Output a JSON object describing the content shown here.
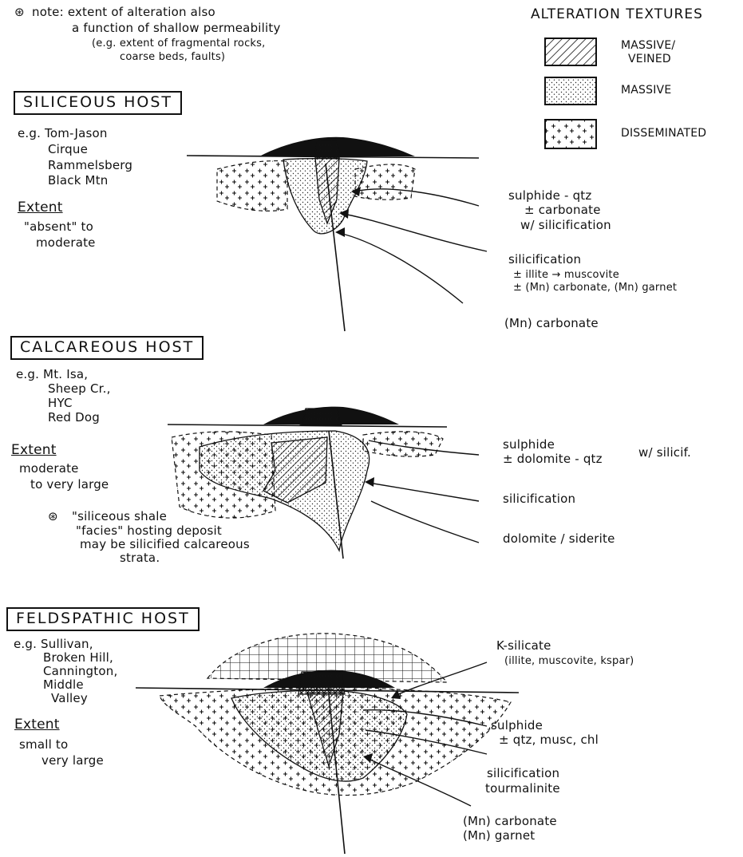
{
  "note": {
    "bullet": "⊛",
    "lines": [
      "note: extent of alteration also",
      "a function of shallow permeability",
      "(e.g. extent of fragmental rocks,",
      "coarse beds, faults)"
    ]
  },
  "legend": {
    "title": "ALTERATION TEXTURES",
    "items": [
      {
        "label_lines": [
          "MASSIVE/",
          "VEINED"
        ],
        "pattern": "hatch"
      },
      {
        "label_lines": [
          "MASSIVE"
        ],
        "pattern": "stipple"
      },
      {
        "label_lines": [
          "DISSEMINATED"
        ],
        "pattern": "cross"
      }
    ]
  },
  "panels": [
    {
      "title": "SILICEOUS HOST",
      "examples": [
        "e.g. Tom-Jason",
        "Cirque",
        "Rammelsberg",
        "Black Mtn"
      ],
      "extent_label": "Extent",
      "extent_lines": [
        "\"absent\" to",
        "moderate"
      ],
      "labels": [
        {
          "lines": [
            "sulphide - qtz",
            "± carbonate",
            "w/ silicification"
          ]
        },
        {
          "lines": [
            "silicification",
            "± illite → muscovite",
            "± (Mn) carbonate, (Mn) garnet"
          ]
        },
        {
          "lines": [
            "(Mn) carbonate"
          ]
        }
      ]
    },
    {
      "title": "CALCAREOUS HOST",
      "examples": [
        "e.g. Mt. Isa,",
        "Sheep Cr.,",
        "HYC",
        "Red Dog"
      ],
      "extent_label": "Extent",
      "extent_lines": [
        "moderate",
        "to very large"
      ],
      "labels": [
        {
          "lines": [
            "sulphide",
            "± dolomite - qtz"
          ],
          "extra": "w/ silicif."
        },
        {
          "lines": [
            "silicification"
          ]
        },
        {
          "lines": [
            "dolomite / siderite"
          ]
        }
      ],
      "footnote": [
        "\"siliceous shale",
        "\"facies\" hosting deposit",
        "may be silicified calcareous",
        "strata."
      ]
    },
    {
      "title": "FELDSPATHIC HOST",
      "examples": [
        "e.g. Sullivan,",
        "Broken Hill,",
        "Cannington,",
        "Middle",
        "Valley"
      ],
      "extent_label": "Extent",
      "extent_lines": [
        "small to",
        "very large"
      ],
      "labels": [
        {
          "lines": [
            "K-silicate",
            "(illite, muscovite, kspar)"
          ]
        },
        {
          "lines": [
            "sulphide",
            "± qtz, musc, chl"
          ]
        },
        {
          "lines": [
            "silicification",
            "tourmalinite"
          ]
        },
        {
          "lines": [
            "(Mn) carbonate",
            "(Mn) garnet"
          ]
        }
      ]
    }
  ]
}
